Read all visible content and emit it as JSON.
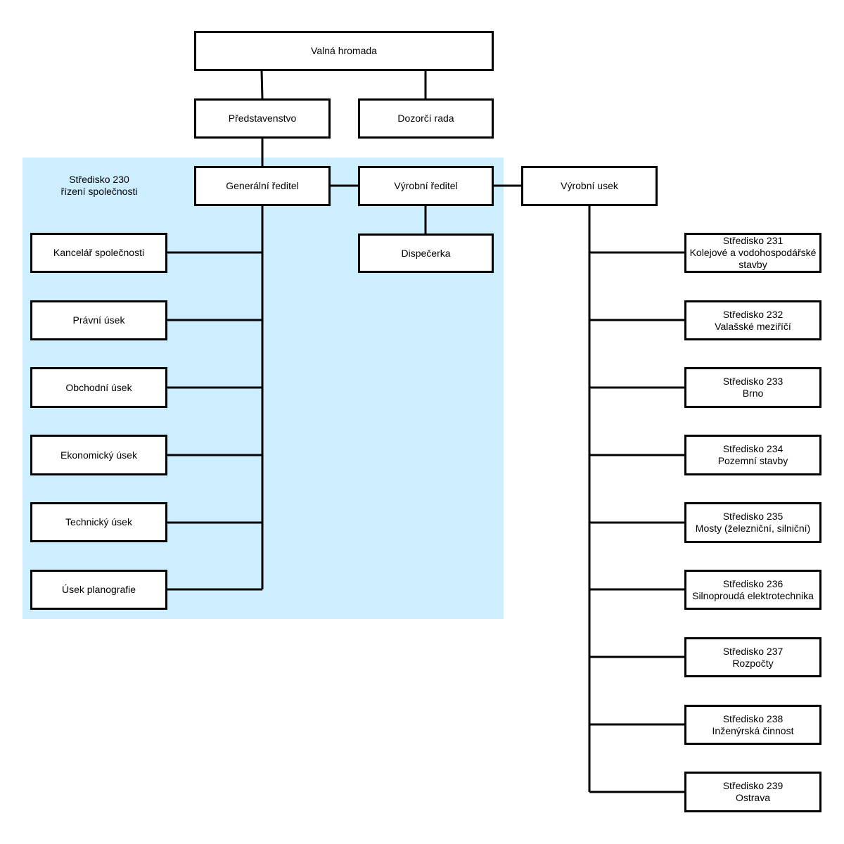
{
  "region": {
    "label": "Středisko 230\nřízení společnosti",
    "color": "#cceeff"
  },
  "nodes": {
    "valna_hromada": "Valná hromada",
    "predstavenstvo": "Představenstvo",
    "dozorci_rada": "Dozorčí rada",
    "generalni_reditel": "Generální ředitel",
    "vyrobni_reditel": "Výrobní ředitel",
    "vyrobni_usek": "Výrobní usek",
    "dispecerka": "Dispečerka",
    "kancelar": "Kancelář společnosti",
    "pravni": "Právní úsek",
    "obchodni": "Obchodní úsek",
    "ekonomicky": "Ekonomický úsek",
    "technicky": "Technický úsek",
    "planografie": "Úsek planografie",
    "s231": "Středisko 231\nKolejové a vodohospodářské\nstavby",
    "s232": "Středisko 232\nValašské meziříčí",
    "s233": "Středisko 233\nBrno",
    "s234": "Středisko 234\nPozemní stavby",
    "s235": "Středisko 235\nMosty (železniční, silniční)",
    "s236": "Středisko 236\nSilnoproudá elektrotechnika",
    "s237": "Středisko 237\nRozpočty",
    "s238": "Středisko 238\nInženýrská činnost",
    "s239": "Středisko 239\nOstrava"
  }
}
